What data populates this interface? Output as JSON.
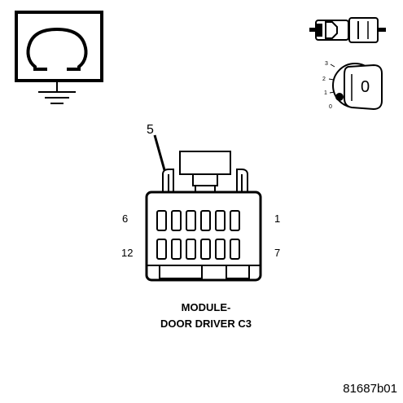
{
  "icons": {
    "ohmmeter": "ohmmeter-ground-icon",
    "connector_disconnect": "connector-disconnect-icon",
    "ignition": "ignition-key-icon"
  },
  "ignition": {
    "positions": [
      "3",
      "2",
      "1",
      "0"
    ],
    "key_label": "0"
  },
  "connector": {
    "callout_pin": "5",
    "pin_labels": {
      "top_left": "6",
      "top_right": "1",
      "bottom_left": "12",
      "bottom_right": "7"
    },
    "title_line1": "MODULE-",
    "title_line2": "DOOR DRIVER C3"
  },
  "figure_id": "81687b01",
  "colors": {
    "ink": "#000000",
    "background": "#ffffff"
  }
}
